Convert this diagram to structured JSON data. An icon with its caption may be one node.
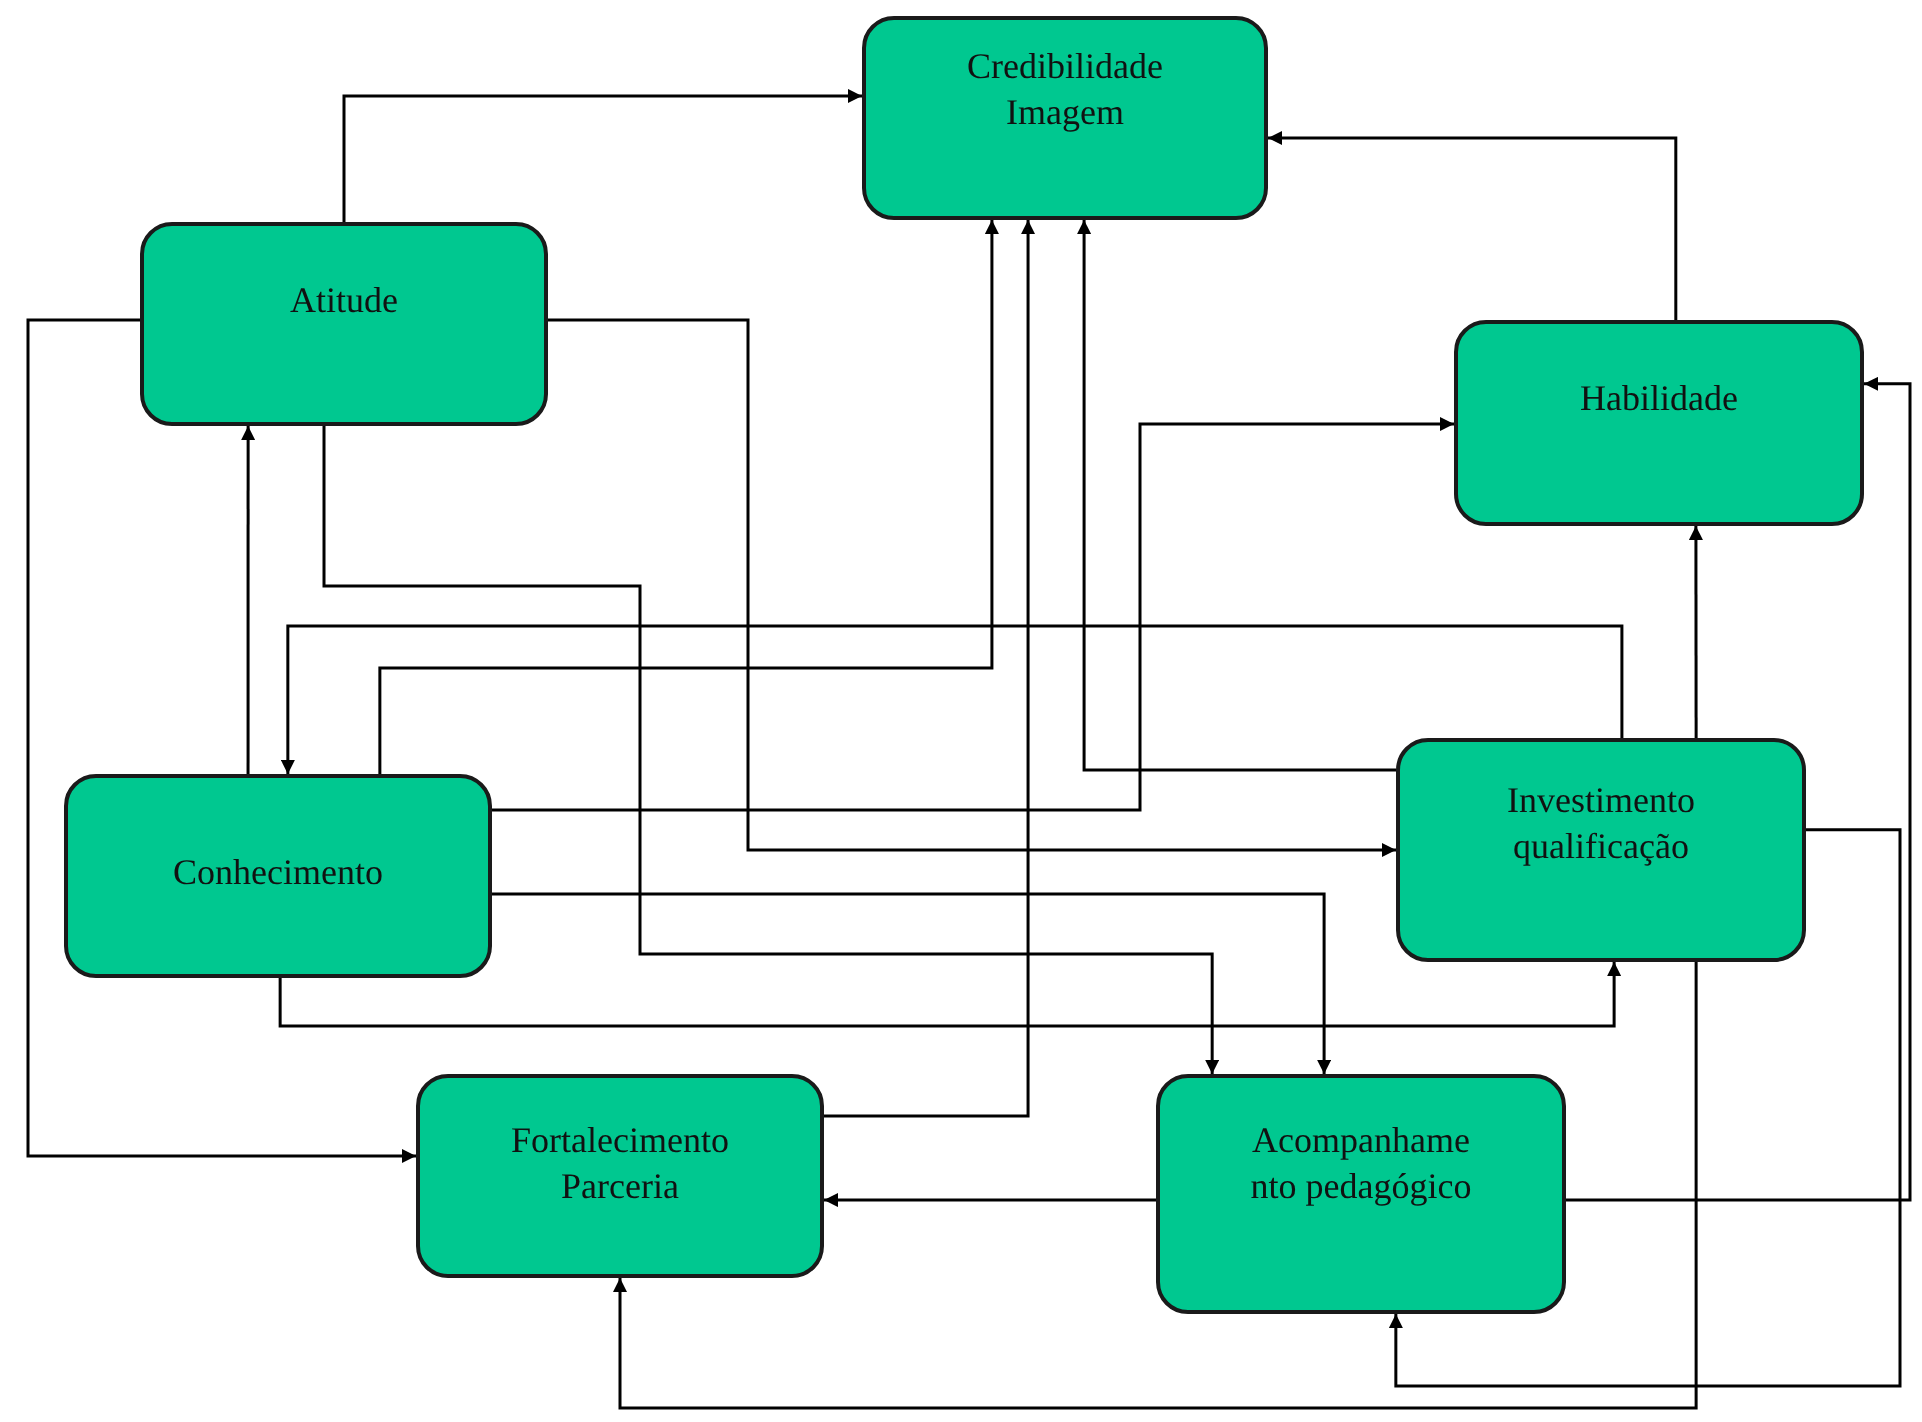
{
  "diagram": {
    "nodes": [
      {
        "text": [
          "Credibilidade Imagem"
        ]
      },
      {
        "text": [
          "Atitude"
        ]
      },
      {
        "text": [
          "Habilidade"
        ]
      },
      {
        "text": [
          "Conhecimento"
        ]
      },
      {
        "text": [
          "Investimento qualificação"
        ]
      },
      {
        "text": [
          "Fortalecimento Parceria"
        ]
      },
      {
        "text": [
          "Acompanhame nto pedagógico"
        ]
      }
    ],
    "edges": [
      {
        "from": 1,
        "to": 0,
        "arrow": "to"
      },
      {
        "from": 1,
        "to": 5,
        "arrow": "to"
      },
      {
        "from": 1,
        "to": 4,
        "arrow": "to"
      },
      {
        "from": 1,
        "to": 6,
        "arrow": "to"
      },
      {
        "from": 3,
        "to": 6,
        "arrow": "to"
      },
      {
        "from": 3,
        "to": 4,
        "arrow": "to"
      },
      {
        "from": 3,
        "to": 1,
        "arrow": "to"
      },
      {
        "from": 4,
        "to": 3,
        "arrow": "to"
      },
      {
        "from": 3,
        "to": 0,
        "arrow": "to"
      },
      {
        "from": 5,
        "to": 0,
        "arrow": "to"
      },
      {
        "from": 4,
        "to": 0,
        "arrow": "to"
      },
      {
        "from": 2,
        "to": 0,
        "arrow": "to"
      },
      {
        "from": 4,
        "to": 2,
        "arrow": "to"
      },
      {
        "from": 4,
        "to": 5,
        "arrow": "to"
      },
      {
        "from": 4,
        "to": 6,
        "arrow": "to"
      },
      {
        "from": 6,
        "to": 5,
        "arrow": "to"
      },
      {
        "from": 6,
        "to": 2,
        "arrow": "to"
      },
      {
        "from": 3,
        "to": 2,
        "arrow": "to"
      }
    ]
  }
}
